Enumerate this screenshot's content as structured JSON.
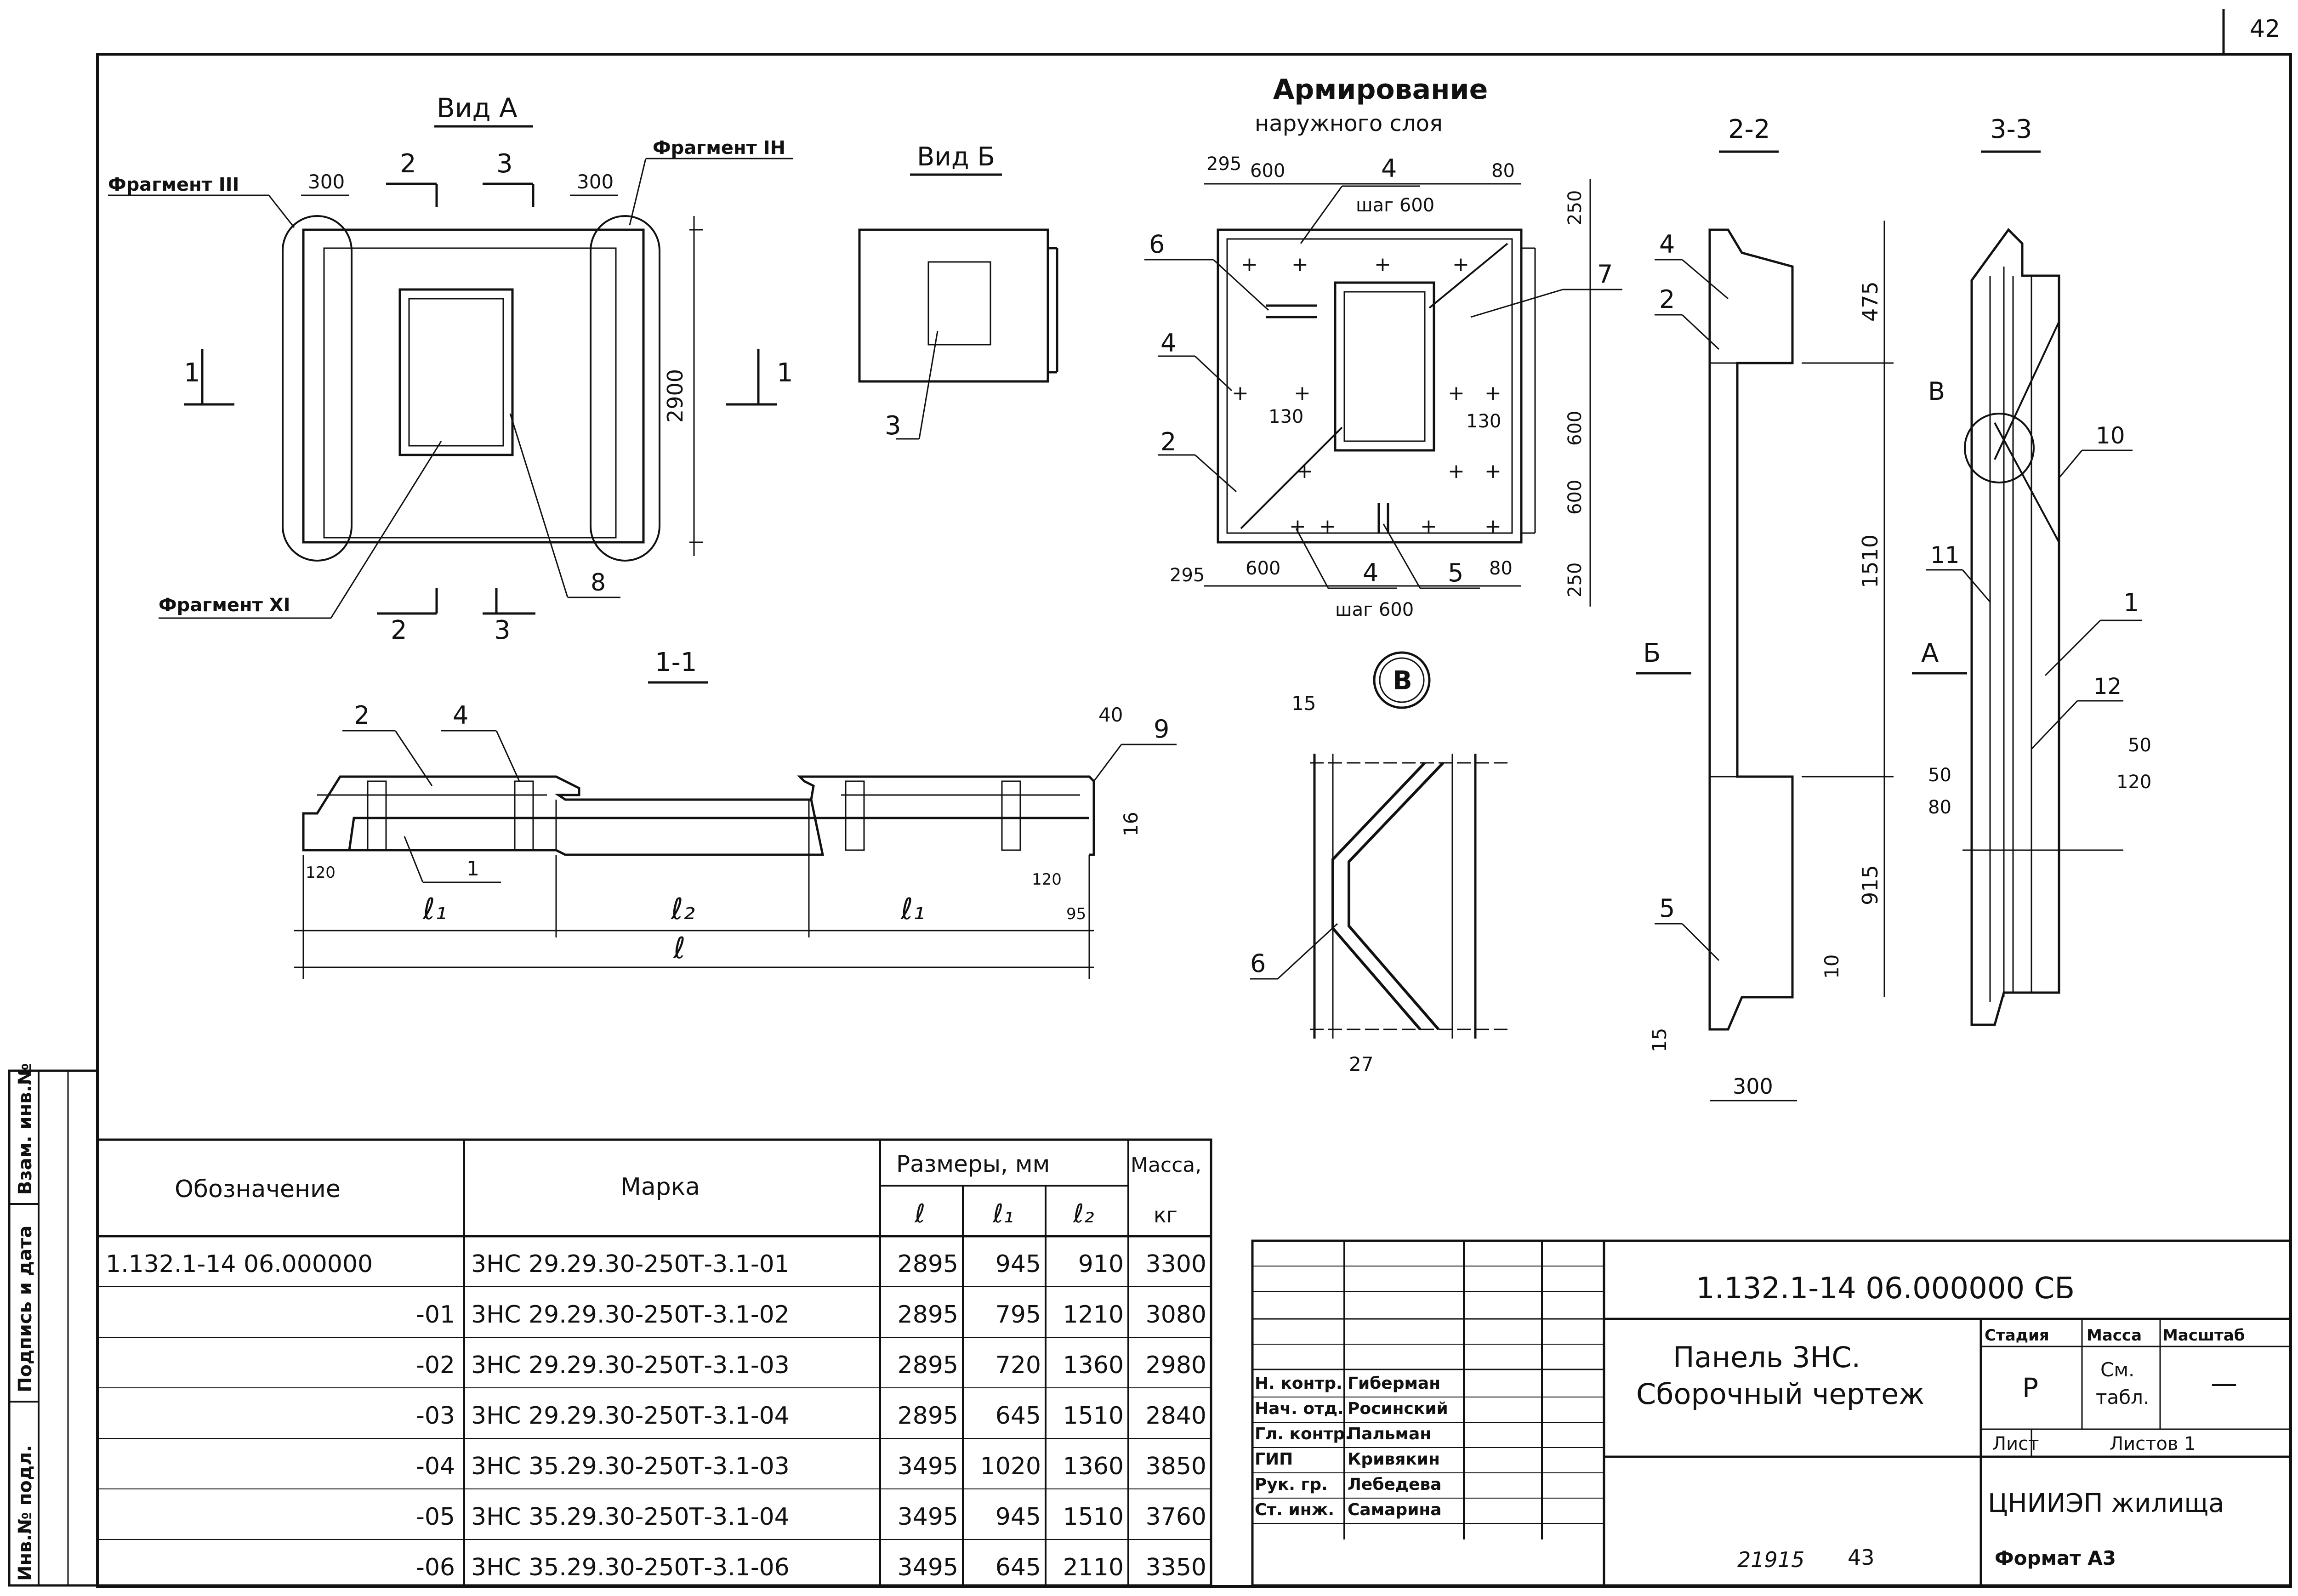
{
  "sheet": {
    "page_number": "42",
    "bottom_left_number": "21915",
    "bottom_right_number": "43",
    "format_label": "Формат А3",
    "side_stamp": {
      "cells": [
        "Инв.№ подл.",
        "Подпись и дата",
        "Взам. инв.№"
      ]
    }
  },
  "views": {
    "view_a": {
      "title": "Вид А",
      "fragment_3": "Фрагмент III",
      "fragment_1n": "Фрагмент IН",
      "fragment_11": "Фрагмент XI",
      "dim_300_left": "300",
      "dim_300_right": "300",
      "dim_height": "2900",
      "section_1": "1",
      "section_2": "2",
      "section_3": "3",
      "callout_8": "8"
    },
    "view_b": {
      "title": "Вид Б",
      "callout_3": "3"
    },
    "reinforcement": {
      "title": "Армирование",
      "subtitle": "наружного слоя",
      "dim_295": "295",
      "dim_600": "600",
      "dim_80": "80",
      "dim_250": "250",
      "dim_130": "130",
      "dim_600v": "600",
      "step_label": "шаг 600",
      "callouts": [
        "2",
        "4",
        "5",
        "6",
        "7"
      ]
    },
    "section_11": {
      "title": "1-1",
      "callouts": [
        "1",
        "2",
        "4",
        "9"
      ],
      "dim_40": "40",
      "dim_16": "16",
      "dim_120": "120",
      "dim_95": "95",
      "l1": "ℓ₁",
      "l2": "ℓ₂",
      "l": "ℓ"
    },
    "node_v": {
      "label": "В",
      "dim_15": "15",
      "dim_27": "27",
      "callout_6": "6"
    },
    "section_22": {
      "title": "2-2",
      "dim_475": "475",
      "dim_1510": "1510",
      "dim_915": "915",
      "dim_300": "300",
      "dim_10": "10",
      "dim_15": "15",
      "view_label": "Б",
      "callouts": [
        "2",
        "4",
        "5"
      ]
    },
    "section_33": {
      "title": "3-3",
      "node_label": "В",
      "view_label": "А",
      "callouts": [
        "1",
        "10",
        "11",
        "12"
      ],
      "dim_50a": "50",
      "dim_50b": "50",
      "dim_80": "80",
      "dim_120": "120"
    }
  },
  "spec_table": {
    "headers": {
      "designation": "Обозначение",
      "mark": "Марка",
      "sizes": "Размеры, мм",
      "mass": "Масса,",
      "l": "ℓ",
      "l1": "ℓ₁",
      "l2": "ℓ₂",
      "mass_unit": "кг"
    },
    "rows": [
      {
        "designation": "1.132.1-14 06.000000",
        "mark": "3НС 29.29.30-250Т-3.1-01",
        "l": "2895",
        "l1": "945",
        "l2": "910",
        "mass": "3300"
      },
      {
        "designation": "-01",
        "mark": "3НС 29.29.30-250Т-3.1-02",
        "l": "2895",
        "l1": "795",
        "l2": "1210",
        "mass": "3080"
      },
      {
        "designation": "-02",
        "mark": "3НС 29.29.30-250Т-3.1-03",
        "l": "2895",
        "l1": "720",
        "l2": "1360",
        "mass": "2980"
      },
      {
        "designation": "-03",
        "mark": "3НС 29.29.30-250Т-3.1-04",
        "l": "2895",
        "l1": "645",
        "l2": "1510",
        "mass": "2840"
      },
      {
        "designation": "-04",
        "mark": "3НС 35.29.30-250Т-3.1-03",
        "l": "3495",
        "l1": "1020",
        "l2": "1360",
        "mass": "3850"
      },
      {
        "designation": "-05",
        "mark": "3НС 35.29.30-250Т-3.1-04",
        "l": "3495",
        "l1": "945",
        "l2": "1510",
        "mass": "3760"
      },
      {
        "designation": "-06",
        "mark": "3НС 35.29.30-250Т-3.1-06",
        "l": "3495",
        "l1": "645",
        "l2": "2110",
        "mass": "3350"
      }
    ]
  },
  "title_block": {
    "document_code": "1.132.1-14 06.000000 СБ",
    "title_line1": "Панель 3НС.",
    "title_line2": "Сборочный чертеж",
    "stage_header": "Стадия",
    "mass_header": "Масса",
    "scale_header": "Масштаб",
    "stage_value": "Р",
    "mass_value_1": "См.",
    "mass_value_2": "табл.",
    "scale_value": "—",
    "sheet_label": "Лист",
    "sheets_label": "Листов 1",
    "organization": "ЦНИИЭП жилища",
    "roles": [
      {
        "role": "Н. контр.",
        "name": "Гиберман"
      },
      {
        "role": "Нач. отд.",
        "name": "Росинский"
      },
      {
        "role": "Гл. контр.",
        "name": "Пальман"
      },
      {
        "role": "ГИП",
        "name": "Кривякин"
      },
      {
        "role": "Рук. гр.",
        "name": "Лебедева"
      },
      {
        "role": "Ст. инж.",
        "name": "Самарина"
      }
    ]
  }
}
